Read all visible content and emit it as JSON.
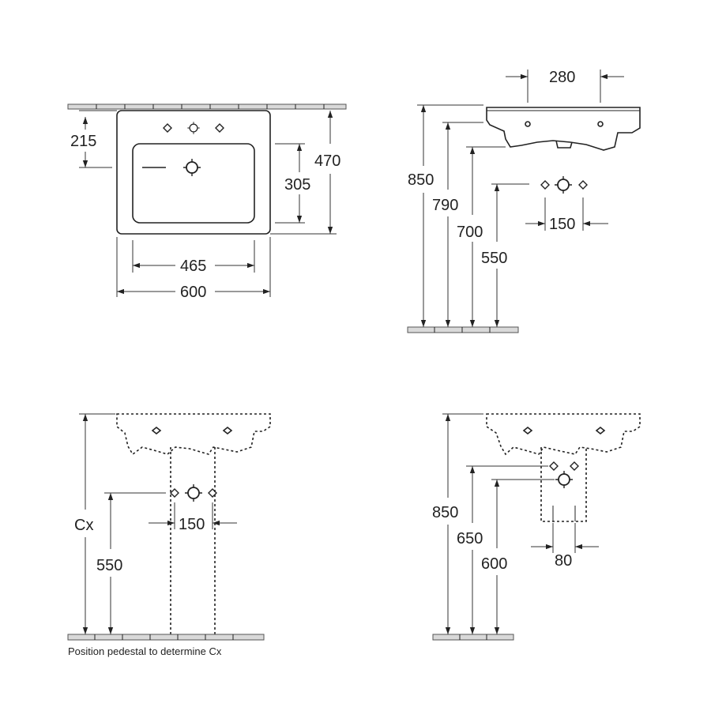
{
  "top_view": {
    "depth_to_taphole": "215",
    "depth_total": "470",
    "bowl_depth": "305",
    "bowl_width": "465",
    "total_width": "600"
  },
  "side_view": {
    "tap_spacing": "280",
    "rim_height": "850",
    "overflow_height": "790",
    "underside_height": "700",
    "waste_height": "550",
    "waste_spacing": "150"
  },
  "pedestal_view": {
    "height_variable": "Cx",
    "waste_height": "550",
    "waste_spacing": "150",
    "note": "Position pedestal to determine Cx"
  },
  "semipedestal_view": {
    "rim_height": "850",
    "upper_height": "650",
    "waste_height": "600",
    "waste_spacing": "80"
  }
}
